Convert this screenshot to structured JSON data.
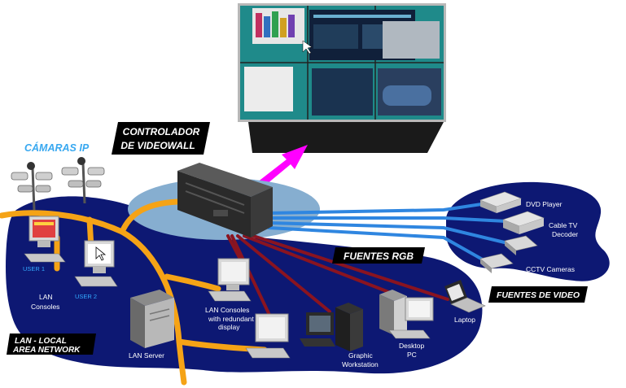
{
  "colors": {
    "background": "#ffffff",
    "network_blob": "#0d1873",
    "controller_ellipse": "#86aed0",
    "lan_cable": "#f5a316",
    "rgb_cable": "#8a1420",
    "video_cable": "#2f86e0",
    "arrow": "#ff00ff",
    "camera_label": "#38a8f0",
    "tag_bg": "#000000"
  },
  "labels": {
    "camaras_ip": "CÁMARAS IP",
    "controlador_line1": "CONTROLADOR",
    "controlador_line2": "DE VIDEOWALL",
    "fuentes_rgb": "FUENTES RGB",
    "fuentes_video": "FUENTES DE VIDEO",
    "lan_line1": "LAN - LOCAL",
    "lan_line2": "AREA NETWORK"
  },
  "devices": {
    "user1": "USER 1",
    "user2": "USER 2",
    "lan_consoles_1": "LAN",
    "lan_consoles_2": "Consoles",
    "lan_server": "LAN Server",
    "redundant_1": "LAN Consoles",
    "redundant_2": "with redundant",
    "redundant_3": "display",
    "graphic_1": "Graphic",
    "graphic_2": "Workstation",
    "desktop_1": "Desktop",
    "desktop_2": "PC",
    "laptop": "Laptop",
    "dvd": "DVD Player",
    "cable_tv_1": "Cable TV",
    "cable_tv_2": "Decoder",
    "cctv": "CCTV Cameras"
  },
  "icons": {
    "videowall": "videowall-display-icon",
    "controller": "rack-server-icon",
    "ip_camera": "security-camera-icon",
    "monitor": "monitor-icon",
    "tower": "tower-pc-icon",
    "laptop": "laptop-icon",
    "dvd": "dvd-player-icon",
    "decoder": "cable-decoder-icon",
    "cctv": "cctv-camera-icon"
  }
}
